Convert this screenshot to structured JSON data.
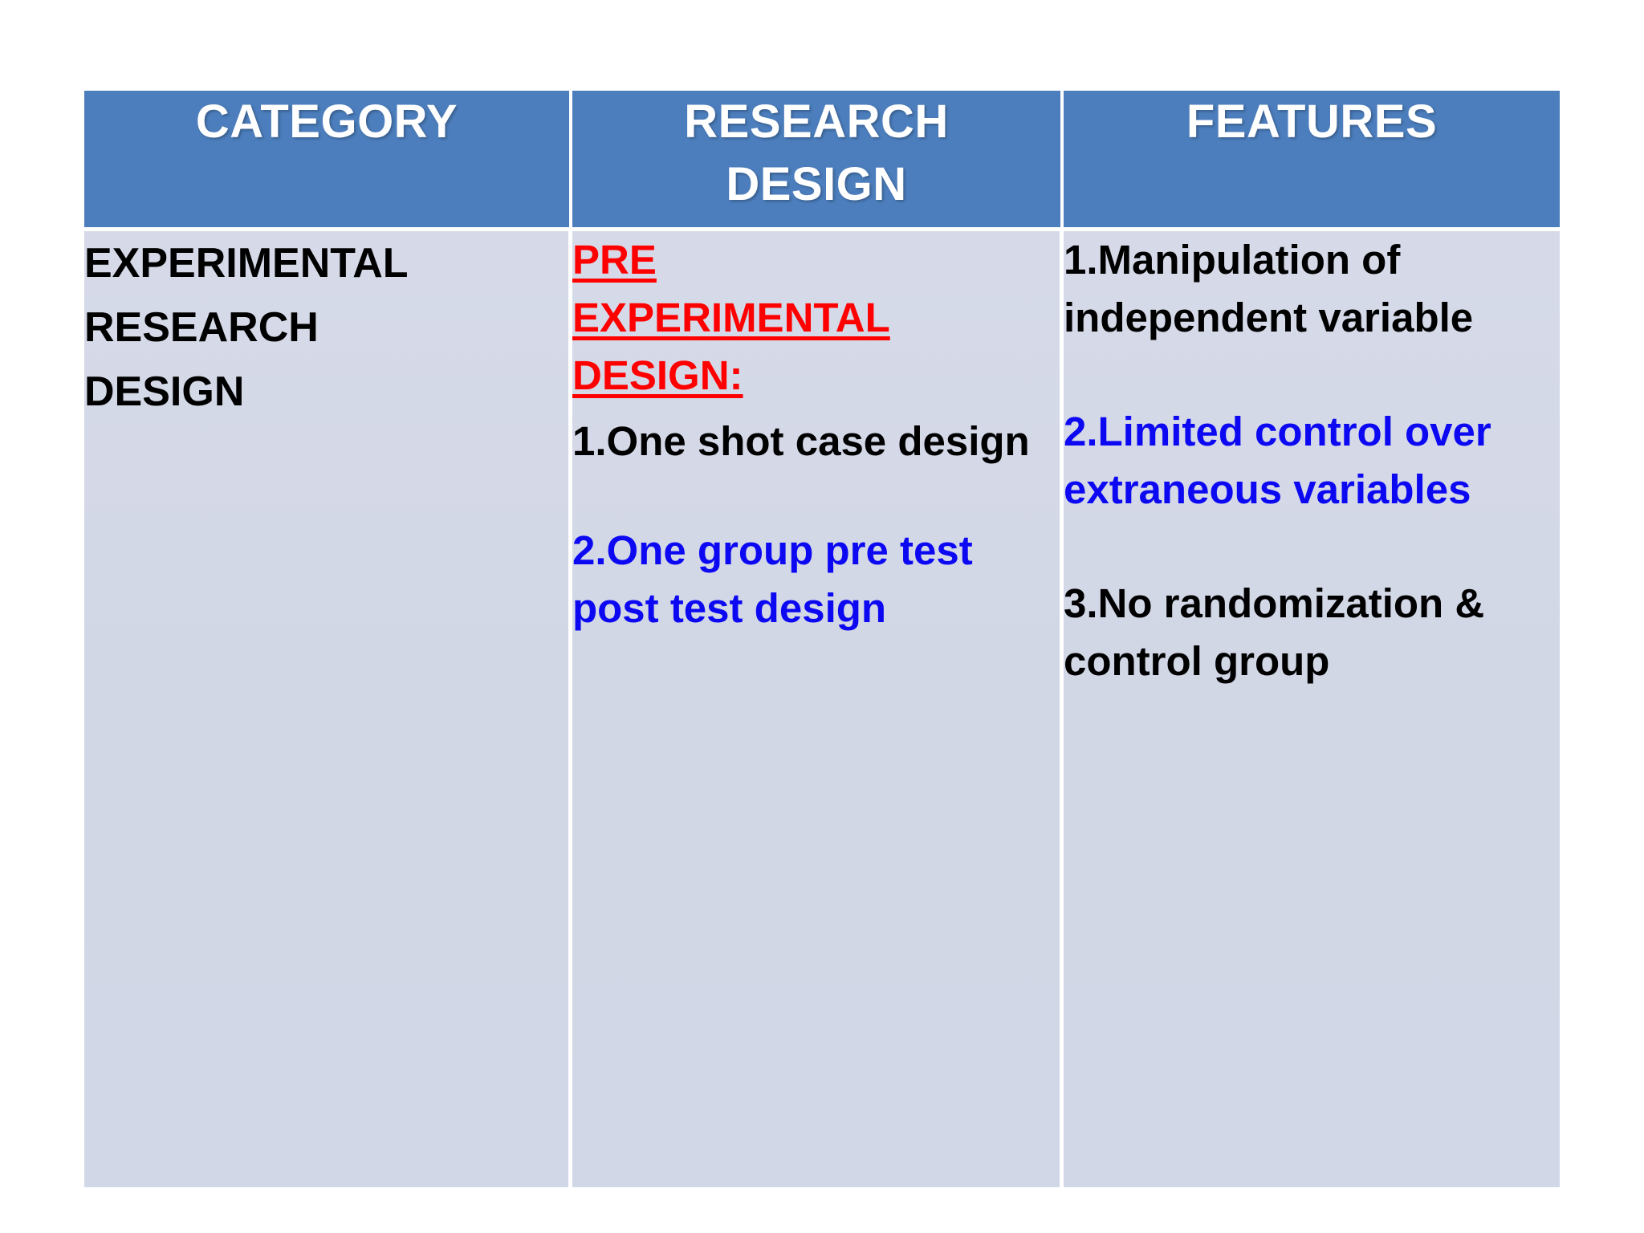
{
  "table": {
    "headers": [
      {
        "id": "category",
        "label": "CATEGORY"
      },
      {
        "id": "research-design",
        "label": "RESEARCH\nDESIGN"
      },
      {
        "id": "features",
        "label": "FEATURES"
      }
    ],
    "rows": [
      {
        "category": {
          "text": "EXPERIMENTAL\nRESEARCH\nDESIGN",
          "color": "#000000"
        },
        "research_design": {
          "blocks": [
            {
              "id": "pre-experimental-heading",
              "text": "PRE\nEXPERIMENTAL\nDESIGN:",
              "color": "#FF0000",
              "underline": true
            },
            {
              "id": "design-item-1",
              "text": "1.One shot case design",
              "color": "#000000",
              "underline": false
            },
            {
              "id": "design-item-2",
              "text": "2.One group pre test post test design",
              "color": "#0C09F2",
              "underline": false
            }
          ]
        },
        "features": {
          "blocks": [
            {
              "id": "feature-item-1",
              "text": "1.Manipulation of independent variable",
              "color": "#000000"
            },
            {
              "id": "feature-item-2",
              "text": "2.Limited control over extraneous variables",
              "color": "#0C09F2"
            },
            {
              "id": "feature-item-3",
              "text": "3.No randomization & control group",
              "color": "#000000"
            }
          ]
        }
      }
    ]
  },
  "colors": {
    "header_background": "#4C7EBD",
    "header_text": "#FFFFFF",
    "body_background": "#D2D7E7",
    "accent_red": "#FF0000",
    "accent_blue": "#0C09F2",
    "page_background": "#FFFFFF"
  }
}
